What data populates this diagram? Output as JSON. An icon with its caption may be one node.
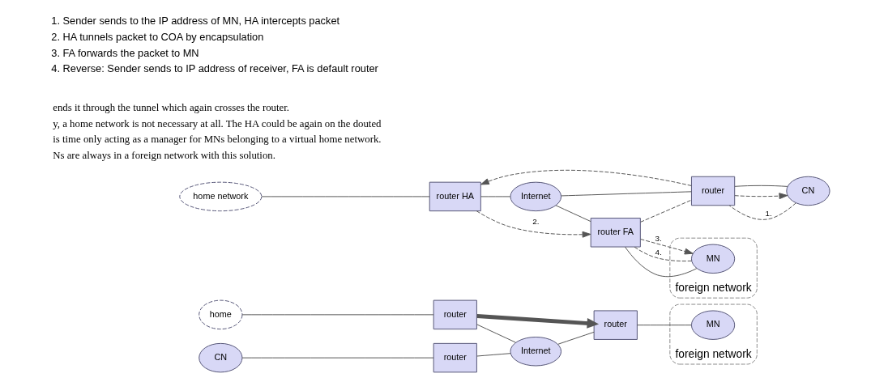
{
  "diagram": {
    "nodes": [
      {
        "text": [
          "home"
        ]
      },
      {
        "text": [
          "router"
        ]
      },
      {
        "text": [
          "Internet"
        ]
      },
      {
        "text": [
          "router"
        ]
      },
      {
        "text": [
          "foreign network"
        ]
      },
      {
        "text": [
          "MN"
        ],
        "in": 4
      },
      {
        "text": [
          "CN"
        ]
      },
      {
        "text": [
          "router"
        ]
      },
      {
        "text": [
          "home network"
        ]
      },
      {
        "text": [
          "router HA"
        ]
      },
      {
        "text": [
          "Internet"
        ]
      },
      {
        "text": [
          "router FA"
        ]
      },
      {
        "text": [
          "foreign network"
        ]
      },
      {
        "text": [
          "MN"
        ],
        "in": 12
      },
      {
        "text": [
          "CN"
        ]
      },
      {
        "text": [
          "router"
        ]
      }
    ],
    "edges": [
      {
        "from": 0,
        "to": 1,
        "arrow": "none"
      },
      {
        "from": 1,
        "to": 3,
        "arrow": "to",
        "style": "thick"
      },
      {
        "from": 1,
        "to": 2,
        "arrow": "none"
      },
      {
        "from": 2,
        "to": 3,
        "arrow": "none"
      },
      {
        "from": 3,
        "to": 5,
        "arrow": "none"
      },
      {
        "from": 6,
        "to": 7,
        "arrow": "none"
      },
      {
        "from": 7,
        "to": 2,
        "arrow": "none"
      },
      {
        "from": 8,
        "to": 9,
        "arrow": "none"
      },
      {
        "from": 9,
        "to": 10,
        "arrow": "none"
      },
      {
        "from": 9,
        "to": 11,
        "arrow": "to",
        "label": "2.",
        "style": "dashed"
      },
      {
        "from": 10,
        "to": 11,
        "arrow": "none"
      },
      {
        "from": 11,
        "to": 13,
        "arrow": "none"
      },
      {
        "from": 11,
        "to": 13,
        "arrow": "to",
        "label": "3.",
        "style": "dashed"
      },
      {
        "from": 13,
        "to": 11,
        "arrow": "none",
        "label": "4.",
        "style": "dashed"
      },
      {
        "from": 14,
        "to": 15,
        "arrow": "none"
      },
      {
        "from": 14,
        "to": 15,
        "arrow": "none",
        "label": "1.",
        "style": "dashed"
      },
      {
        "from": 15,
        "to": 14,
        "arrow": "to",
        "style": "dashed"
      },
      {
        "from": 15,
        "to": 10,
        "arrow": "none"
      },
      {
        "from": 15,
        "to": 9,
        "arrow": "to",
        "style": "dashed"
      },
      {
        "from": 11,
        "to": 15,
        "arrow": "none",
        "style": "dashed"
      }
    ],
    "labels": [
      "ends it through the tunnel which again crosses the router.",
      "y, a home network is not necessary at all. The HA could be again on the douted",
      "is time only acting as a manager for MNs belonging to a virtual home network.",
      "Ns are always in a foreign network with this solution.",
      "1. Sender sends to the IP address of MN, HA intercepts packet",
      "2. HA tunnels packet to COA by encapsulation",
      "3. FA forwards the packet to MN",
      "4. Reverse: Sender sends to IP address of receiver, FA is default router"
    ]
  }
}
